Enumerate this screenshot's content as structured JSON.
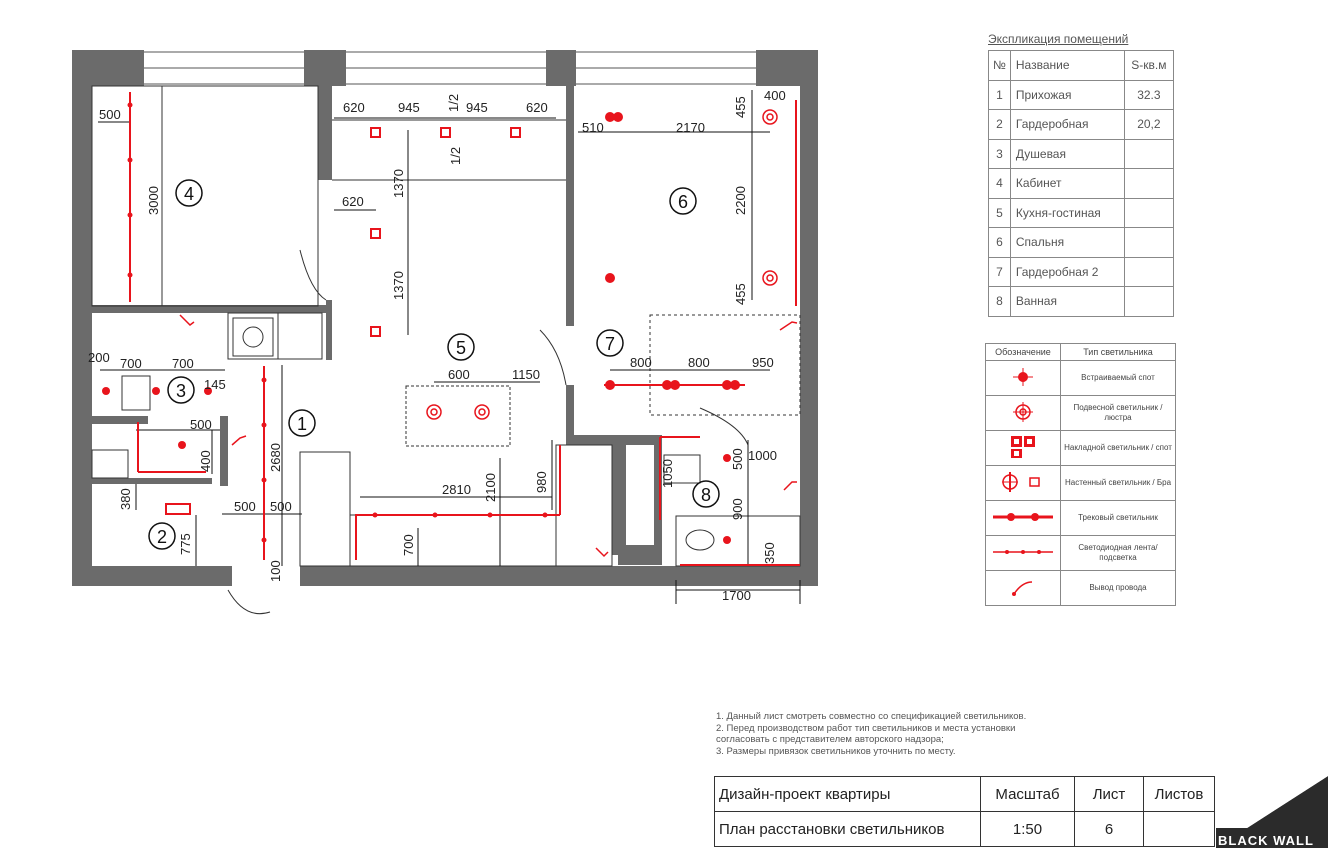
{
  "plan": {
    "rooms": [
      {
        "num": "1"
      },
      {
        "num": "2"
      },
      {
        "num": "3"
      },
      {
        "num": "4"
      },
      {
        "num": "5"
      },
      {
        "num": "6"
      },
      {
        "num": "7"
      },
      {
        "num": "8"
      }
    ],
    "dims": {
      "d620a": "620",
      "d945a": "945",
      "dhalf1": "1/2",
      "d945b": "945",
      "d620b": "620",
      "dhalf2": "1/2",
      "d1370a": "1370",
      "d620c": "620",
      "d1370b": "1370",
      "d455a": "455",
      "d400a": "400",
      "d510": "510",
      "d2170": "2170",
      "d2200": "2200",
      "d455b": "455",
      "d500a": "500",
      "d3000": "3000",
      "d200": "200",
      "d700a": "700",
      "d700b": "700",
      "d145": "145",
      "d500b": "500",
      "d400b": "400",
      "d380": "380",
      "d775": "775",
      "d500c": "500",
      "d500d": "500",
      "d2680": "2680",
      "d100": "100",
      "d600": "600",
      "d1150": "1150",
      "d2810": "2810",
      "d2100": "2100",
      "d980": "980",
      "d700c": "700",
      "d800a": "800",
      "d800b": "800",
      "d950": "950",
      "d500e": "500",
      "d1000": "1000",
      "d1050": "1050",
      "d900": "900",
      "d350": "350",
      "d1700": "1700"
    }
  },
  "explication": {
    "title": "Экспликация помещений",
    "headers": {
      "num": "№",
      "name": "Название",
      "area": "S-кв.м"
    },
    "rows": [
      {
        "num": "1",
        "name": "Прихожая",
        "area": "32.3"
      },
      {
        "num": "2",
        "name": "Гардеробная",
        "area": "20,2"
      },
      {
        "num": "3",
        "name": "Душевая",
        "area": ""
      },
      {
        "num": "4",
        "name": "Кабинет",
        "area": ""
      },
      {
        "num": "5",
        "name": "Кухня-гостиная",
        "area": ""
      },
      {
        "num": "6",
        "name": "Спальня",
        "area": ""
      },
      {
        "num": "7",
        "name": "Гардеробная 2",
        "area": ""
      },
      {
        "num": "8",
        "name": "Ванная",
        "area": ""
      }
    ]
  },
  "legend": {
    "header_symbol": "Обозначение",
    "header_type": "Тип      светильника",
    "items": [
      {
        "icon": "recessed-spot-icon",
        "label": "Встраиваемый спот"
      },
      {
        "icon": "pendant-light-icon",
        "label": "Подвесной светильник / люстра"
      },
      {
        "icon": "surface-light-icon",
        "label": "Накладной светильник / спот"
      },
      {
        "icon": "wall-light-icon",
        "label": "Настенный светильник / Бра"
      },
      {
        "icon": "track-light-icon",
        "label": "Трековый светильник"
      },
      {
        "icon": "led-strip-icon",
        "label": "Светодиодная лента/ подсветка"
      },
      {
        "icon": "wire-outlet-icon",
        "label": "Вывод провода"
      }
    ],
    "accent_color": "#e8141c"
  },
  "notes": [
    "1.        Данный лист смотреть совместно со спецификацией светильников.",
    "2.        Перед производством работ тип светильников и места установки",
    "           согласовать с представителем авторского надзора;",
    "3.        Размеры привязок светильников уточнить по месту."
  ],
  "title_block": {
    "project": "Дизайн-проект квартиры",
    "scale_label": "Масштаб",
    "sheet_label": "Лист",
    "sheets_label": "Листов",
    "drawing": "План расстановки светильников",
    "scale": "1:50",
    "sheet": "6",
    "sheets": ""
  },
  "logo": {
    "text": "BLACK WALL"
  }
}
